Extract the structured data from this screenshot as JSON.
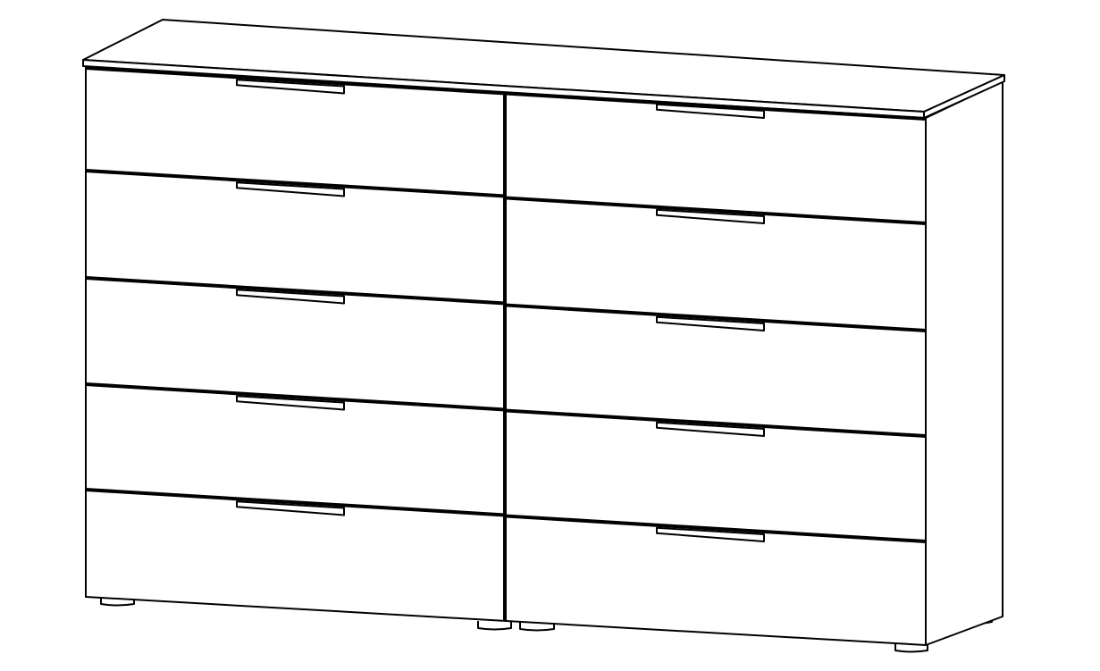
{
  "drawing": {
    "subject": "dresser-line-drawing",
    "columns": 2,
    "drawers_per_column": 5,
    "line_color": "#000000",
    "background_color": "#ffffff"
  }
}
